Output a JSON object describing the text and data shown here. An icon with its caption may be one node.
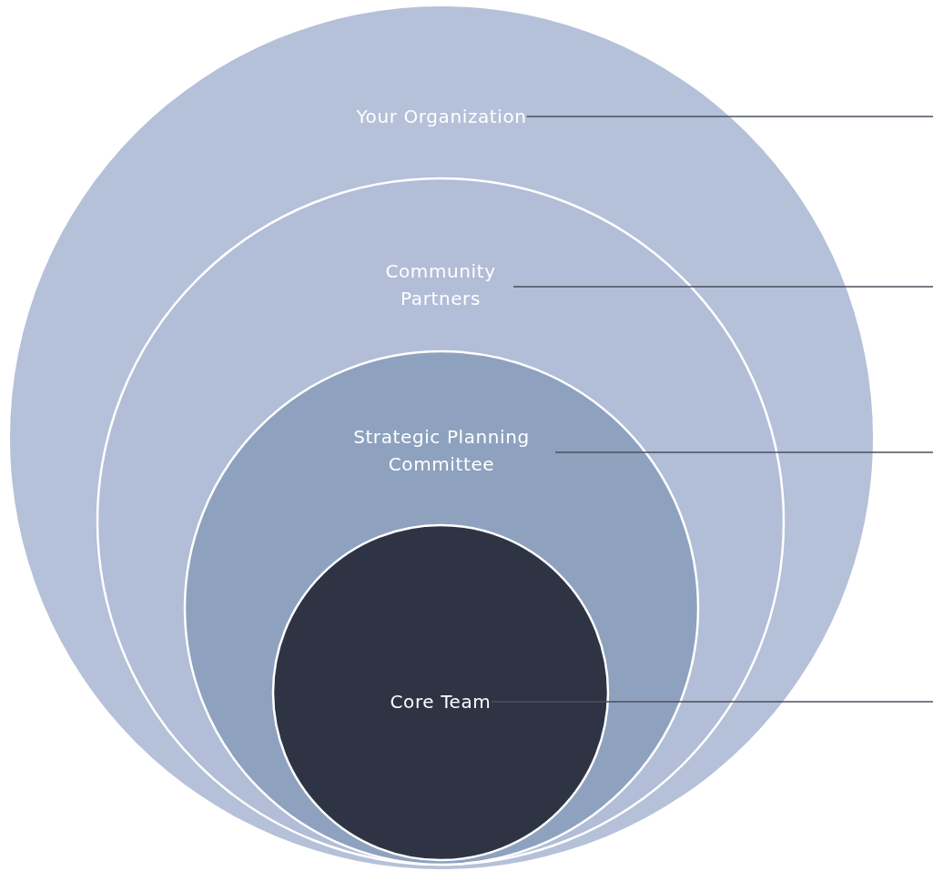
{
  "diagram": {
    "nodes": [
      {
        "text": [],
        "shape": "circle"
      },
      {
        "text": [
          "Your Organization"
        ],
        "in": 0
      },
      {
        "text": [],
        "shape": "circle",
        "in": 0
      },
      {
        "text": [
          "Community Partners"
        ],
        "in": 2
      },
      {
        "text": [],
        "shape": "circle",
        "in": 2
      },
      {
        "text": [
          "Strategic Planning Committee"
        ],
        "in": 4
      },
      {
        "text": [],
        "shape": "circle",
        "in": 4
      },
      {
        "text": [
          "Core Team"
        ],
        "in": 6
      }
    ],
    "edges": [
      {
        "from": 1,
        "to": null,
        "arrow": "none"
      },
      {
        "from": 3,
        "to": null,
        "arrow": "none"
      },
      {
        "from": 5,
        "to": null,
        "arrow": "none"
      },
      {
        "from": 7,
        "to": null,
        "arrow": "none"
      }
    ]
  }
}
